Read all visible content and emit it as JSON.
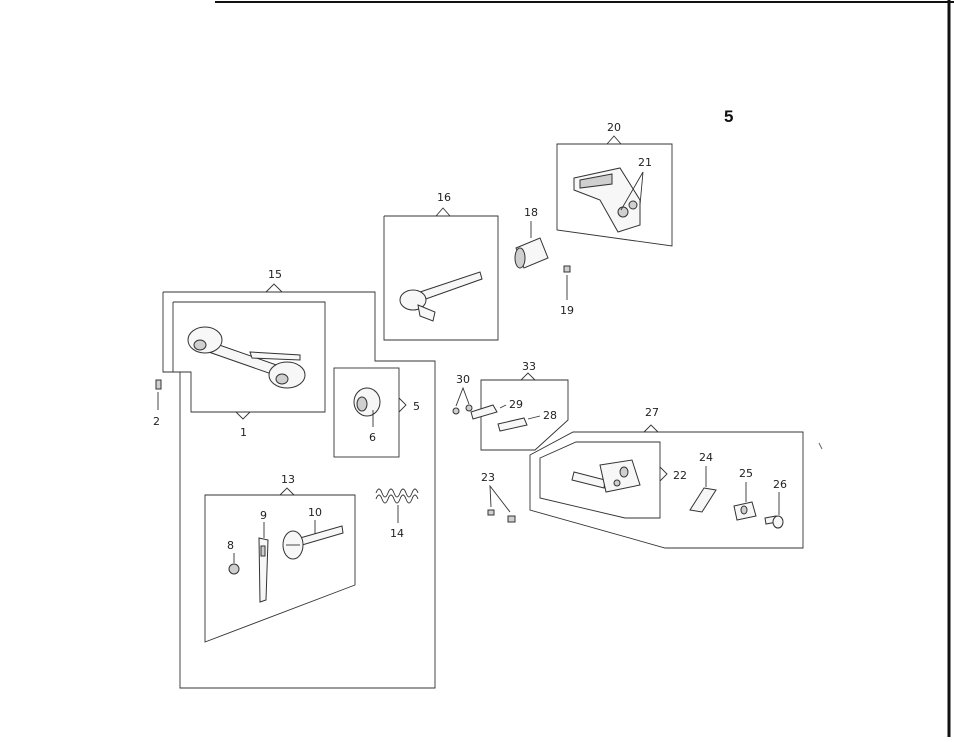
{
  "page_number": "5",
  "part_labels": {
    "p1": "1",
    "p2": "2",
    "p5": "5",
    "p6": "6",
    "p8": "8",
    "p9": "9",
    "p10": "10",
    "p13": "13",
    "p14": "14",
    "p15": "15",
    "p16": "16",
    "p18": "18",
    "p19": "19",
    "p20": "20",
    "p21": "21",
    "p22": "22",
    "p23": "23",
    "p24": "24",
    "p25": "25",
    "p26": "26",
    "p27": "27",
    "p28": "28",
    "p29": "29",
    "p30": "30",
    "p33": "33"
  }
}
